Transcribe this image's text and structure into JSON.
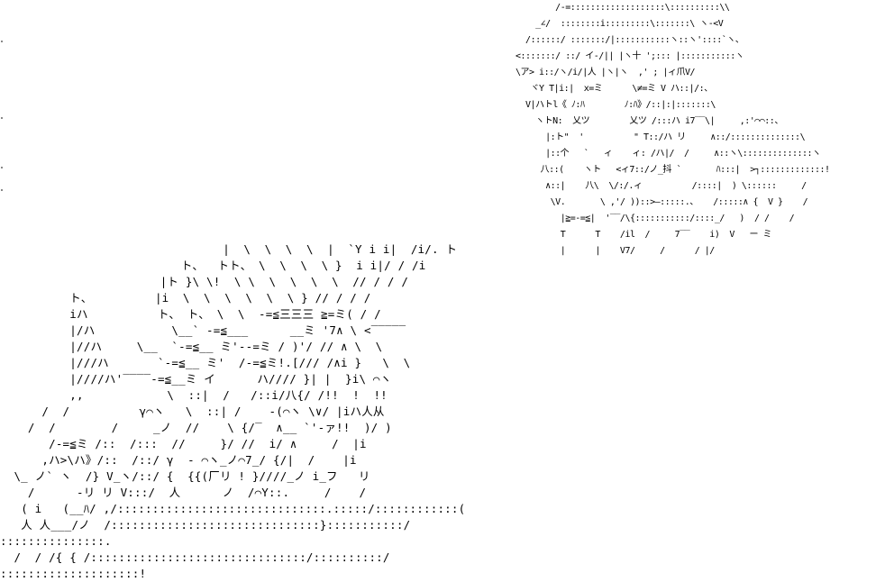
{
  "art_top": [
    "        /-=:::::::::::::::::::\\::::::::::\\\\",
    "    _∠/  ::::::::i:::::::::\\:::::::\\ ヽ-<V",
    "  /::::::/ :::::::/|:::::::::::ヽ::ヽ'::::`ヽ、",
    "<:::::::/ ::/ イ-/|| |ヽ十 ';::: |:::::::::::ヽ",
    "\\ア> i::/ヽ/i/|人 |ヽ|ヽ  ,' ; |ィ爪V/",
    "   ヾY T|i:|  x=ミ      \\≠=ミ V ハ::|/:、",
    "  V|ハトl《 ﾉ:ﾊ        ﾉ:ﾊ》/::|:|:::::::\\",
    "    ヽトN:  乂ツ        乂ツ /:::ハ i7‾‾\\|     ,:'⌒⌒::、",
    "      |:ト\"  '          \" T::/ハ リ     ∧::/::::::::::::::\\",
    "      |::个   `   ィ    ィ: /ハ|/  /     ∧::ヽ\\::::::::::::::ヽ",
    "     八::(    ヽト   <ィ7::/ノ_抖 `       ﾊ:::|  >┐:::::::::::::!",
    "      ∧::|    八\\  \\/:/.ィ          /::::|  ) \\::::::     /",
    "       \\V.       \\ ,'/ ))::>―:::::.、   /:::::∧ {  V }    /",
    "         |≧=‐=≦|  '‾‾/\\{:::::::::::/::::_/   )  / /    /",
    "         T      T    /il  /     7‾‾    i)  V   ー ミ",
    "         |      |    V7/     /      / |/"
  ],
  "art_bottom": [
    "                                |  \\  \\  \\  \\  |  `Y i i|  /i/. ト",
    "                          ト、  トト、 \\  \\  \\  \\ }  i i|/ / /i",
    "                       |ト }\\ \\!  \\ \\  \\  \\  \\  \\  // / / /",
    "          ト、         |i  \\  \\  \\  \\  \\  \\ } // / / /",
    "          iハ          ト、 ト、 \\  \\  -=≦三三三 ≧=ミ( / /",
    "          |/ハ           \\__` ‐=≦___      __ミ '7∧ \\ <‾‾‾‾‾",
    "          |//ハ     \\__  `‐=≦__ ミ'‐‐=ミ / )'/ // ∧ \\  \\",
    "          |///ハ       `‐=≦__ ミ'  /‐=≦ミ!.[/// /∧i }   \\  \\",
    "          |////ハ'‾‾‾‾-=≦__ミ イ      ハ//// }| |  }i\\ ⌒ヽ",
    "          ,,            \\  ::|  /   /::i/八{/ /!!  !  !!",
    "      /  /          γ⌒ヽ   \\  ::| /    ‐(⌒ヽ \\∨/ |iハ人从",
    "    /  /        /     _ノ  //    \\ {/‾  ∧__ `'‐ァ!!  )/ )",
    "       /‐=≦ミ /::  /:::  //     }/ //  i/ ∧     /  |i",
    "      ,ハ>\\ハ》/::  /::/ γ  ‐ ⌒ヽ_ノ⌒7_/ {/|  /    |i",
    "  \\_ ノ` ヽ  /} V_ヽ/::/ {  {{(厂リ ! }////_ノ i_フ   リ",
    "    /      ‐リ リ V:::/  人      ノ  /⌒Y::.     /    /",
    "   ( i   (__ﾊ/ ,/::::::::::::::::::::::::::::::.:::::/::::::::::::(",
    "   人 人___/ノ  /::::::::::::::::::::::::::::::}:::::::::::/ :::::::::::::::.",
    "  /  / /{ { /:::::::::::::::::::::::::::::::/::::::::::/ ::::::::::::::::::::!"
  ]
}
